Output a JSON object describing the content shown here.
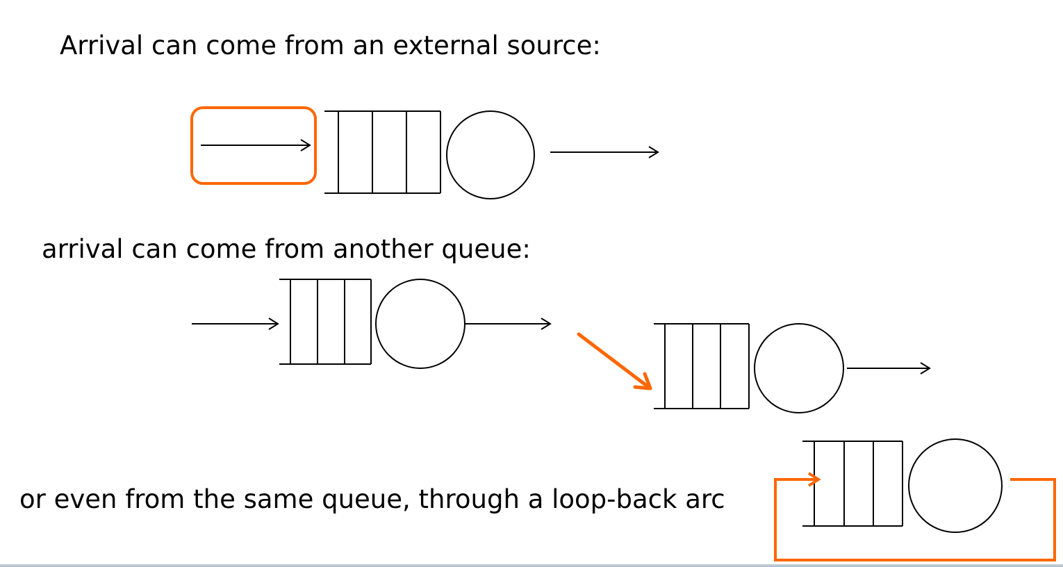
{
  "captions": {
    "external": "Arrival can come from an external source:",
    "another_queue": "arrival can come from another queue:",
    "loop_back": "or even from the same queue, through a loop-back arc"
  },
  "colors": {
    "highlight": "#ff6600",
    "stroke": "#000000",
    "background": "#ffffff"
  },
  "queue_symbol": {
    "buffer_slots": 3
  }
}
